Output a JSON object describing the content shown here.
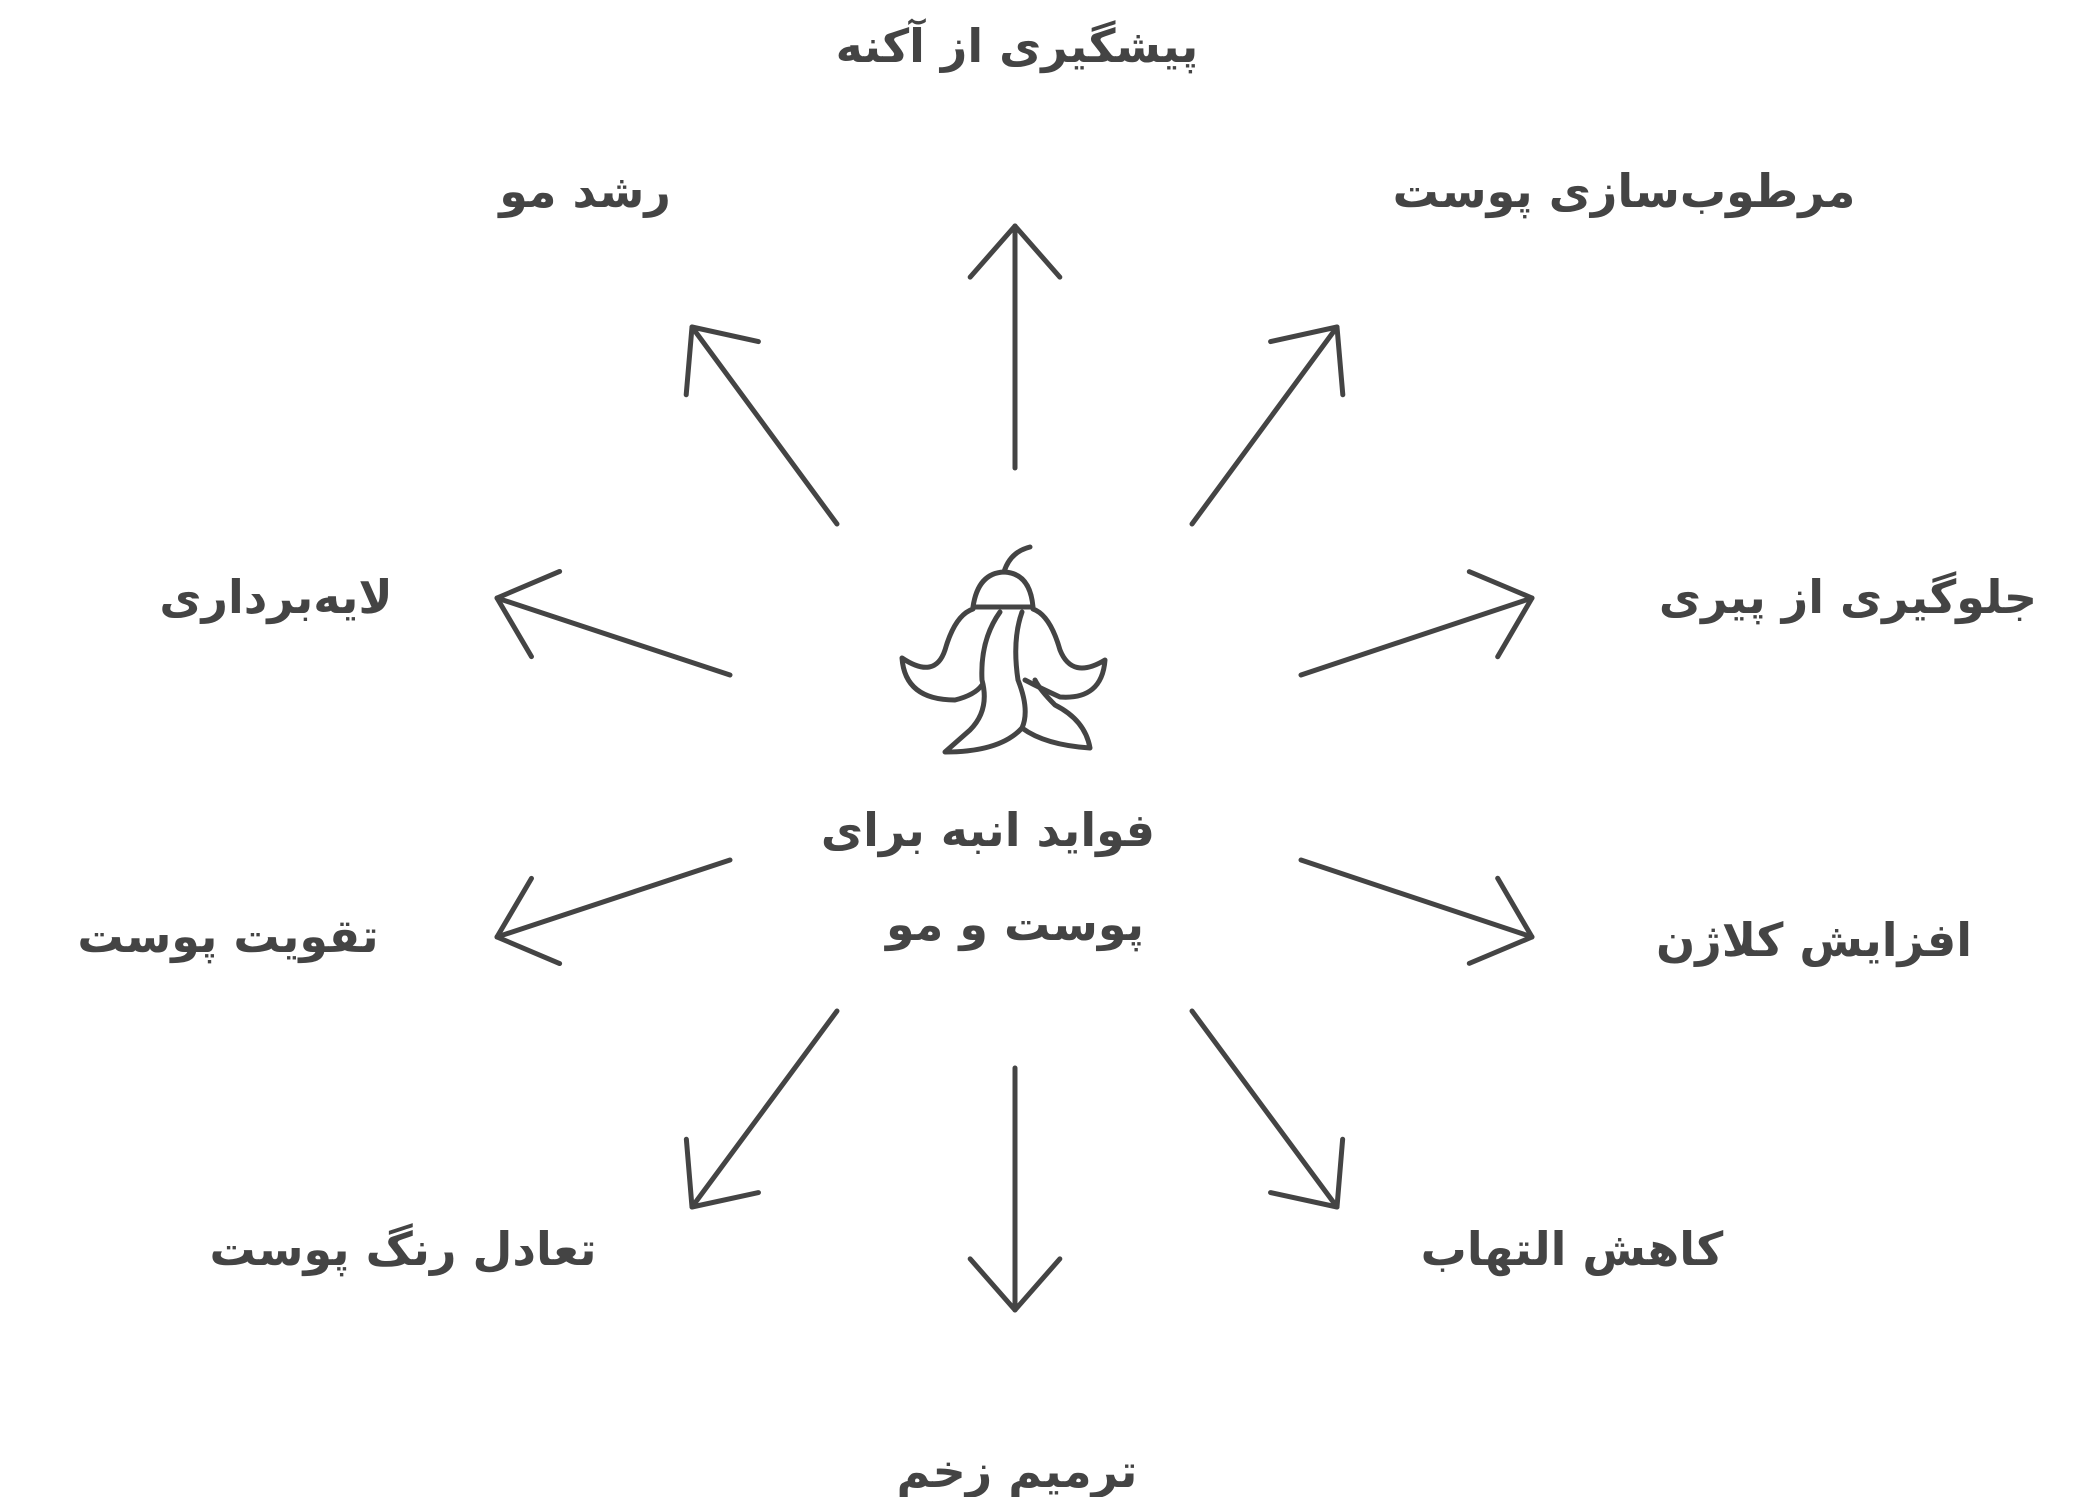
{
  "center": {
    "line1": "فواید انبه برای",
    "line2": "پوست و مو",
    "icon": "peeled-fruit-icon"
  },
  "benefits": [
    "پیشگیری از آکنه",
    "مرطوب‌سازی پوست",
    "جلوگیری از پیری",
    "افزایش کلاژن",
    "کاهش التهاب",
    "ترمیم زخم",
    "تعادل رنگ پوست",
    "تقویت پوست",
    "لایه‌برداری",
    "رشد مو"
  ],
  "colors": {
    "stroke": "#444444",
    "background": "#ffffff"
  }
}
